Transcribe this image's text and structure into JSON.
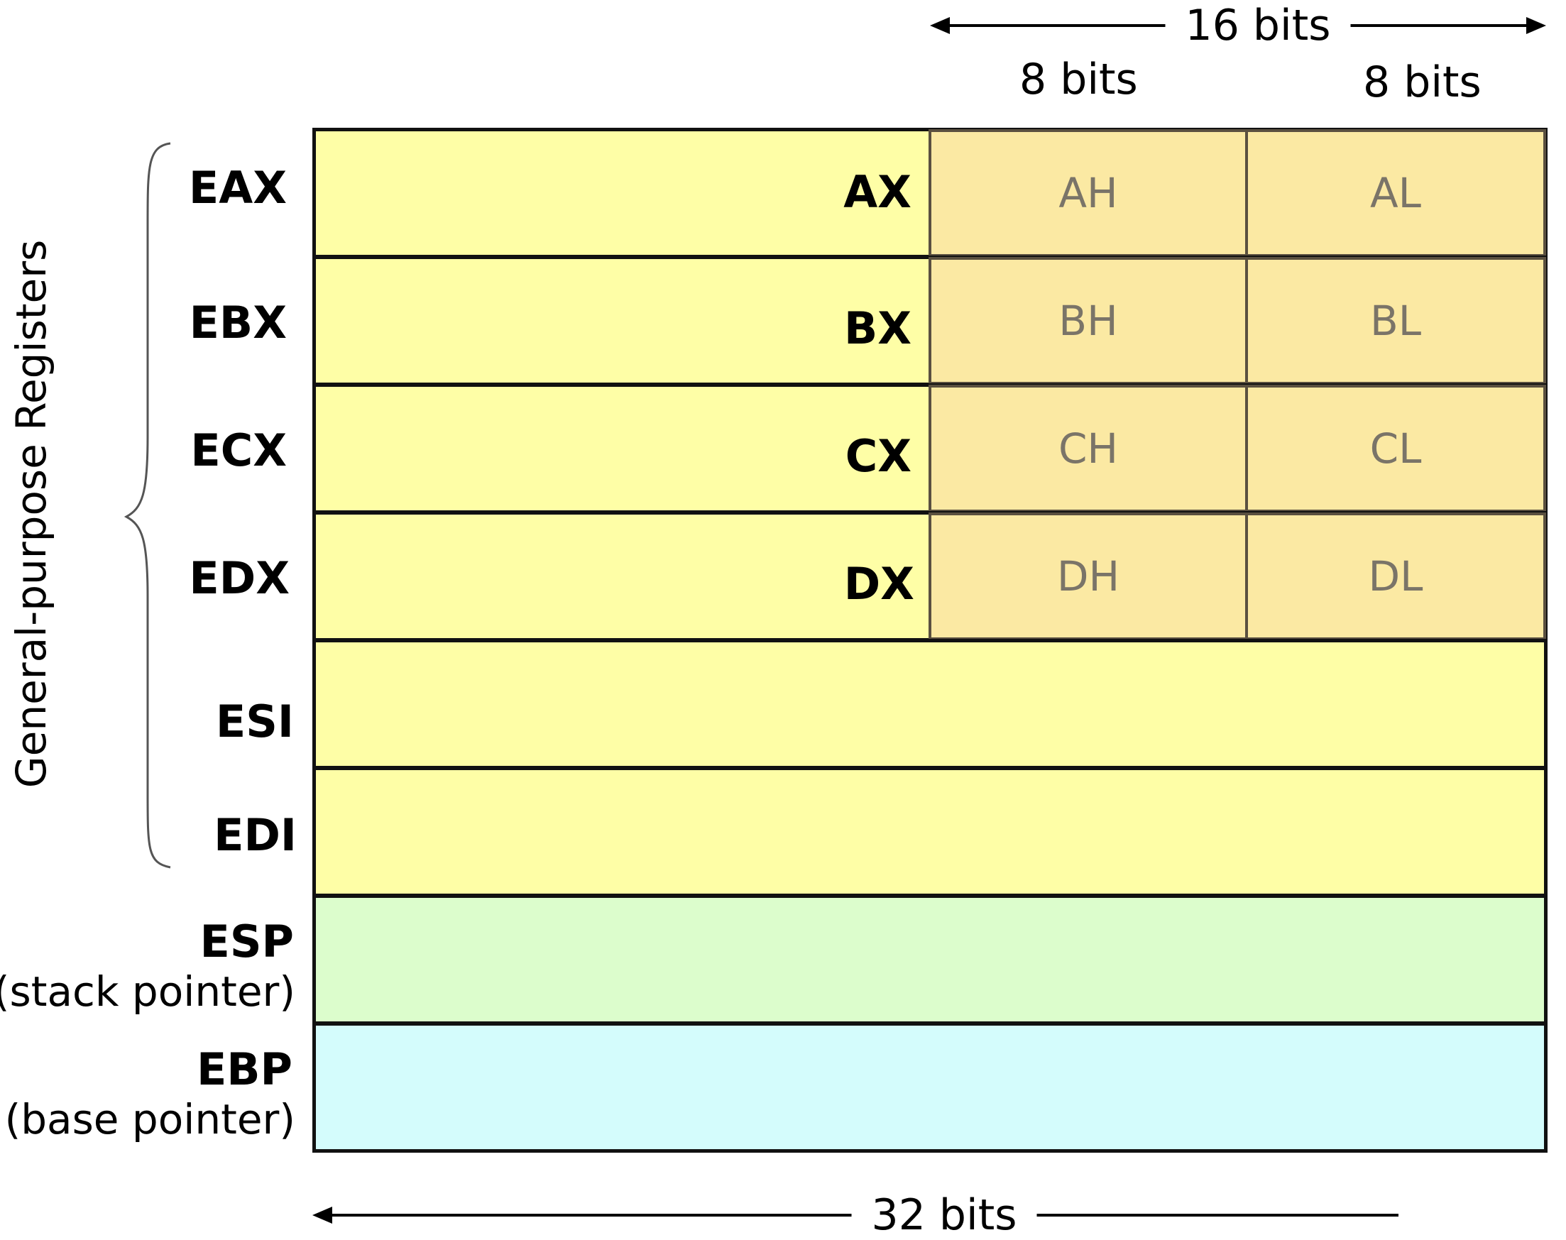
{
  "dimensions": {
    "top_16": "16 bits",
    "top_8_high": "8 bits",
    "top_8_low": "8 bits",
    "bottom_32": "32 bits"
  },
  "group_label": "General-purpose Registers",
  "registers": [
    {
      "name": "EAX",
      "sub16": "AX",
      "high": "AH",
      "low": "AL"
    },
    {
      "name": "EBX",
      "sub16": "BX",
      "high": "BH",
      "low": "BL"
    },
    {
      "name": "ECX",
      "sub16": "CX",
      "high": "CH",
      "low": "CL"
    },
    {
      "name": "EDX",
      "sub16": "DX",
      "high": "DH",
      "low": "DL"
    },
    {
      "name": "ESI"
    },
    {
      "name": "EDI"
    },
    {
      "name": "ESP",
      "desc": "(stack pointer)"
    },
    {
      "name": "EBP",
      "desc": "(base pointer)"
    }
  ],
  "colors": {
    "general": "#fefea6",
    "byte": "#fbe9a3",
    "stack": "#dcfdcc",
    "base": "#d4fcfc",
    "border": "#111111"
  }
}
